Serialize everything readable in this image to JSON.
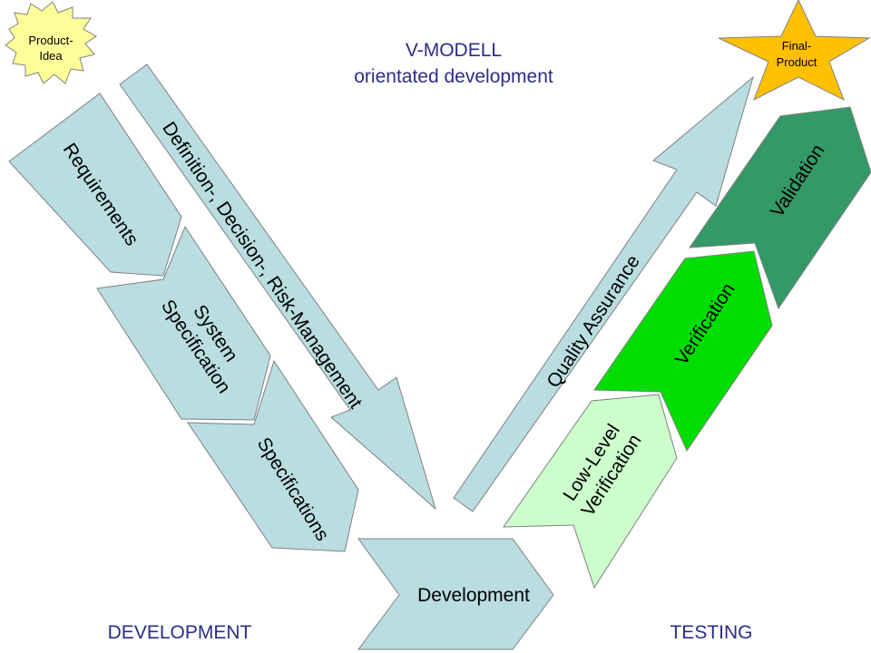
{
  "title": {
    "line1": "V-MODELL",
    "line2": "orientated development"
  },
  "start_burst": {
    "line1": "Product-",
    "line2": "Idea",
    "color": "#ffff99"
  },
  "end_star": {
    "line1": "Final-",
    "line2": "Product",
    "color": "#ffc000"
  },
  "left_side": {
    "label": "DEVELOPMENT",
    "steps": [
      {
        "lines": [
          "Requirements"
        ],
        "color": "#b9dde0"
      },
      {
        "lines": [
          "System",
          "Specification"
        ],
        "color": "#b9dde0"
      },
      {
        "lines": [
          "Specifications"
        ],
        "color": "#b9dde0"
      }
    ],
    "management_arrow": {
      "label": "Definition-, Decision-, Risk-Management",
      "color": "#b9dde0"
    }
  },
  "bottom_step": {
    "label": "Development",
    "color": "#b9dde0"
  },
  "right_side": {
    "label": "TESTING",
    "steps": [
      {
        "lines": [
          "Low-Level",
          "Verification"
        ],
        "color": "#ccffcc"
      },
      {
        "lines": [
          "Verification"
        ],
        "color": "#00dd00"
      },
      {
        "lines": [
          "Validation"
        ],
        "color": "#339966"
      }
    ],
    "qa_arrow": {
      "label": "Quality Assurance",
      "color": "#b9dde0"
    }
  },
  "colors": {
    "title": "#2c2c8c",
    "outline": "#7f7f7f"
  }
}
